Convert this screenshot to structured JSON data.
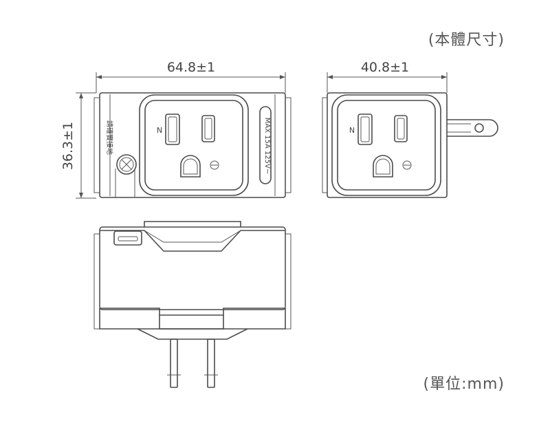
{
  "labels": {
    "title": "(本體尺寸)",
    "unit": "(單位:mm)",
    "width_front": "64.8±1",
    "width_side": "40.8±1",
    "height_front": "36.3±1"
  },
  "plug_marks": {
    "neutral": "N",
    "rating": "MAX 15A 125V~",
    "ground_text": "請確實接地"
  },
  "colors": {
    "line": "#4a4a4a",
    "text": "#555555"
  }
}
